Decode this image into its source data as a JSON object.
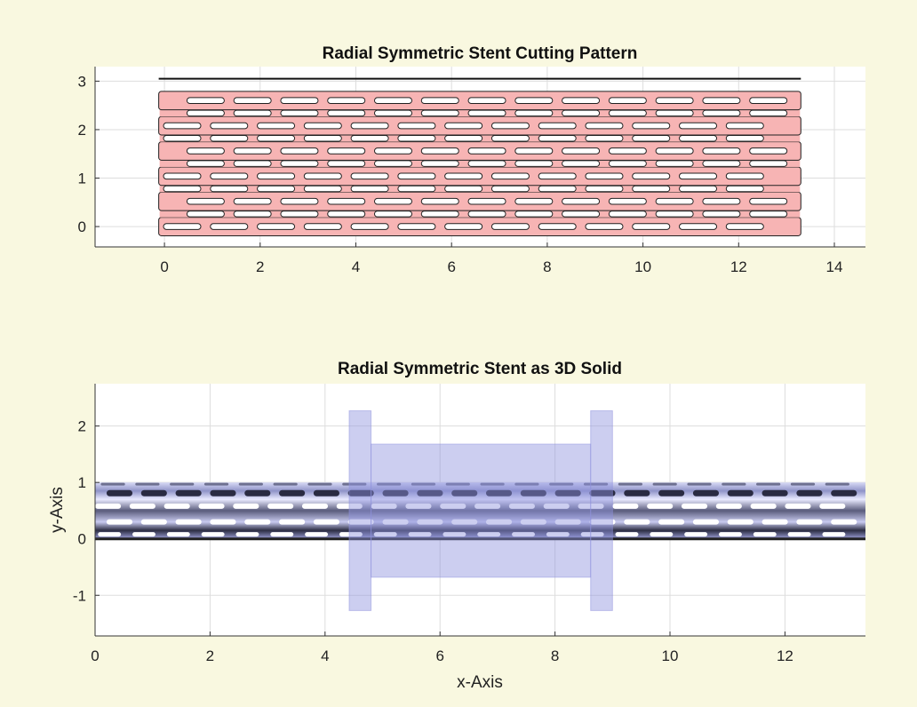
{
  "colors": {
    "figure_bg": "#f9f8e0",
    "axes_bg": "#ffffff",
    "stent_fill": "#f7b4b4",
    "stent_edge": "#222222",
    "solid_fill": "#8f92dd",
    "tube_dark": "#2c2d44",
    "tube_light": "#c5c7ee",
    "grid": "#dddddd"
  },
  "chart_data": [
    {
      "type": "line",
      "title": "Radial Symmetric Stent Cutting Pattern",
      "xlabel": "",
      "ylabel": "",
      "xlim": [
        -1.45,
        14.65
      ],
      "ylim": [
        -0.42,
        3.3
      ],
      "xticks": [
        0,
        2,
        4,
        6,
        8,
        10,
        12,
        14
      ],
      "yticks": [
        0,
        1,
        2,
        3
      ],
      "grid": true,
      "stent": {
        "x_range": [
          -0.12,
          13.3
        ],
        "strips_y": [
          0,
          0.52,
          1.04,
          1.56,
          2.08,
          2.6
        ],
        "strip_height": 0.38,
        "top_line_y": 3.05,
        "slot_pitch": 0.98,
        "slot_length": 0.78,
        "slot_height": 0.12
      }
    },
    {
      "type": "area",
      "title": "Radial Symmetric Stent as 3D Solid",
      "xlabel": "x-Axis",
      "ylabel": "y-Axis",
      "xlim": [
        0,
        13.4
      ],
      "ylim": [
        -1.72,
        2.75
      ],
      "xticks": [
        0,
        2,
        4,
        6,
        8,
        10,
        12
      ],
      "yticks": [
        -1,
        0,
        1,
        2
      ],
      "grid": true,
      "tube": {
        "x_range": [
          0,
          13.4
        ],
        "y_range": [
          0,
          1.0
        ]
      },
      "blocks": [
        {
          "x": [
            4.42,
            4.8
          ],
          "y": [
            -1.27,
            2.27
          ]
        },
        {
          "x": [
            4.8,
            8.62
          ],
          "y": [
            -0.68,
            1.68
          ]
        },
        {
          "x": [
            8.62,
            9.0
          ],
          "y": [
            -1.27,
            2.27
          ]
        }
      ]
    }
  ]
}
